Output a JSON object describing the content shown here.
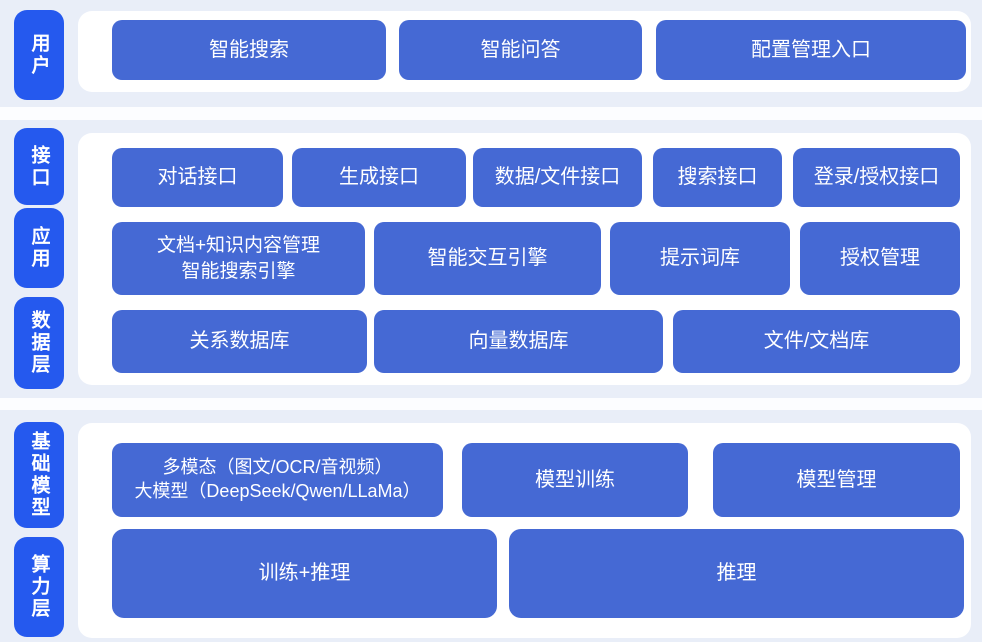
{
  "diagram": {
    "side_labels": [
      {
        "text": "用户"
      },
      {
        "text": "接口"
      },
      {
        "text": "应用"
      },
      {
        "text": "数据层"
      },
      {
        "text": "基础模型"
      },
      {
        "text": "算力层"
      }
    ],
    "user_row": {
      "buttons": [
        "智能搜索",
        "智能问答",
        "配置管理入口"
      ]
    },
    "interface_row": {
      "buttons": [
        "对话接口",
        "生成接口",
        "数据/文件接口",
        "搜索接口",
        "登录/授权接口"
      ]
    },
    "application_row": {
      "buttons": [
        "文档+知识内容管理\n智能搜索引擎",
        "智能交互引擎",
        "提示词库",
        "授权管理"
      ]
    },
    "data_row": {
      "buttons": [
        "关系数据库",
        "向量数据库",
        "文件/文档库"
      ]
    },
    "model_row": {
      "buttons": [
        "多模态（图文/OCR/音视频）\n大模型（DeepSeek/Qwen/LLaMa）",
        "模型训练",
        "模型管理"
      ]
    },
    "compute_row": {
      "buttons": [
        "训练+推理",
        "推理"
      ]
    }
  },
  "colors": {
    "side_label_blue": "#2559ee",
    "block_blue": "#4569d4",
    "band_background": "#e9eef8",
    "panel_background": "#ffffff",
    "page_background": "#fcfdff",
    "text": "#ffffff"
  }
}
